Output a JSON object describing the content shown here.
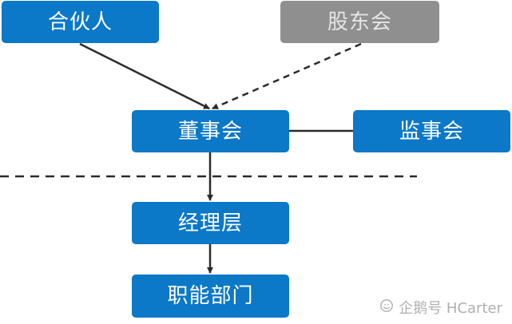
{
  "nodes": {
    "partner": "合伙人",
    "shareholders": "股东会",
    "board": "董事会",
    "supervisors": "监事会",
    "management": "经理层",
    "departments": "职能部门"
  },
  "watermark": {
    "text": "企鹅号 HCarter",
    "icon": "penguin-logo-icon"
  },
  "colors": {
    "node_blue": "#0b78c8",
    "node_gray": "#8f8f8f",
    "line": "#2a2a2a"
  }
}
